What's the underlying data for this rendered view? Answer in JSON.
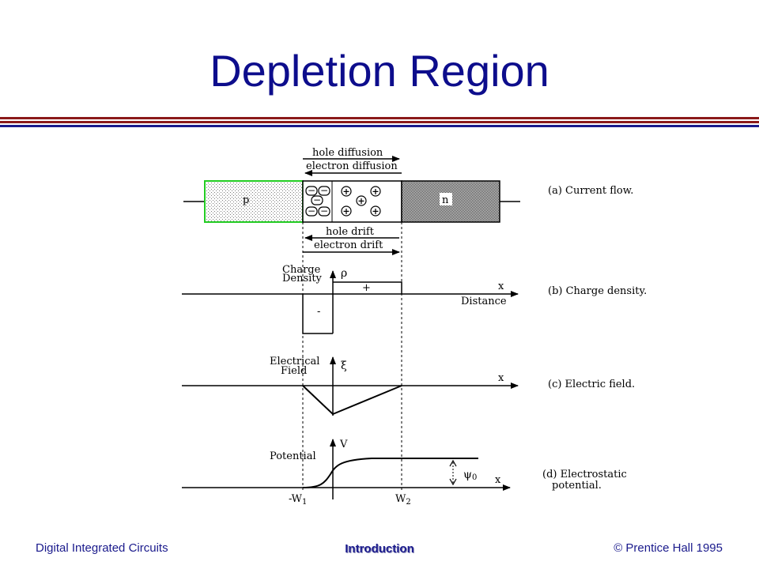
{
  "slide": {
    "title": "Depletion Region",
    "footer_left": "Digital Integrated Circuits",
    "footer_center": "Introduction",
    "footer_right": "© Prentice Hall 1995",
    "colors": {
      "title": "#0d0d8c",
      "rule_dark_red": "#8b1a1a",
      "rule_blue": "#1a1a8c",
      "p_region_border": "#22cc22"
    }
  },
  "diagram": {
    "arrows": {
      "hole_diffusion": "hole diffusion",
      "electron_diffusion": "electron diffusion",
      "hole_drift": "hole drift",
      "electron_drift": "electron drift"
    },
    "regions": {
      "p": "p",
      "n": "n"
    },
    "charges": {
      "negative": "−",
      "positive": "+"
    },
    "labels": {
      "a": "(a) Current flow.",
      "b": "(b) Charge density.",
      "c": "(c) Electric field.",
      "d_line1": "(d) Electrostatic",
      "d_line2": "potential."
    },
    "axes": {
      "x": "x",
      "charge_line1": "Charge",
      "charge_line2": "Density",
      "rho": "ρ",
      "distance": "Distance",
      "plus": "+",
      "minus": "-",
      "field_line1": "Electrical",
      "field_line2": "Field",
      "xi": "ξ",
      "potential": "Potential",
      "v": "V",
      "psi": "ψ",
      "psi_sub": "0",
      "w1_prefix": "-W",
      "w1_sub": "1",
      "w2_prefix": "W",
      "w2_sub": "2"
    }
  }
}
